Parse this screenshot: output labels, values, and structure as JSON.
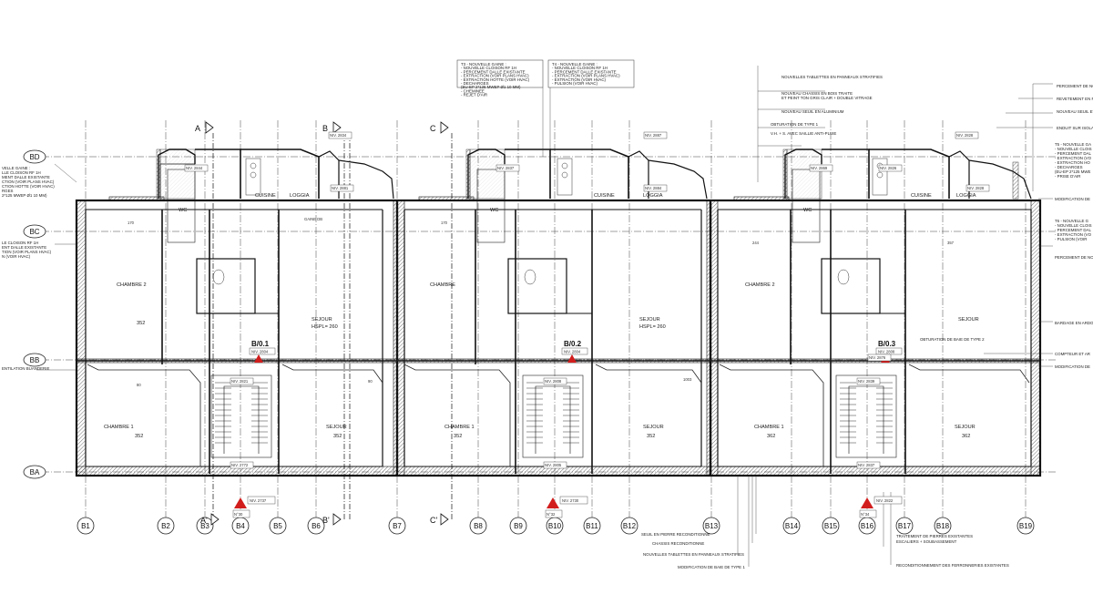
{
  "axes_vertical": [
    "B1",
    "B2",
    "B3",
    "B4",
    "B5",
    "B6",
    "B7",
    "B8",
    "B9",
    "B10",
    "B11",
    "B12",
    "B13",
    "B14",
    "B15",
    "B16",
    "B17",
    "B18",
    "B19"
  ],
  "axes_horizontal": [
    "BD",
    "BC",
    "BB",
    "BA"
  ],
  "sections": {
    "A_top": "A",
    "A_bottom": "A'",
    "B_top": "B",
    "B_bottom": "B'",
    "C_top": "C",
    "C_bottom": "C'"
  },
  "units": [
    {
      "id": "B/0.1",
      "nv": "NIV. 2804"
    },
    {
      "id": "B/0.2",
      "nv": "NIV. 2804"
    },
    {
      "id": "B/0.3",
      "nv": "NIV. 2808"
    }
  ],
  "entrances": [
    "N°30",
    "N°32",
    "N°34"
  ],
  "entrance_levels": [
    "NIV. 2737",
    "NIV. 2730",
    "NIV. 2822"
  ],
  "rooms": {
    "chambre1": "CHAMBRE 1",
    "chambre2": "CHAMBRE 2",
    "chambre": "CHAMBRE",
    "sejour": "SEJOUR",
    "cuisine": "CUISINE",
    "loggia": "LOGGIA",
    "wc": "WC",
    "area_352": "352",
    "area_362": "362",
    "hspl": "HSPL= 260"
  },
  "levels": {
    "nv_2844": "NIV. 2844",
    "nv_2834": "NIV. 2834",
    "nv_2837": "NIV. 2837",
    "nv_2887": "NIV. 2887",
    "nv_2881": "NIV. 2881",
    "nv_2883": "NIV. 2883",
    "nv_2884": "NIV. 2884",
    "nv_2869": "NIV. 2869",
    "nv_2826": "NIV. 2826",
    "nv_2828": "NIV. 2828",
    "nv_2821": "NIV. 2821",
    "nv_2808": "NIV. 2808",
    "nv_2772": "NIV. 2772",
    "nv_2805": "NIV. 2805",
    "nv_2839": "NIV. 2839",
    "nv_2837b": "NIV. 2837",
    "nv_2876": "NIV. 2876"
  },
  "notes_top": {
    "t3": [
      "T3 - NOUVELLE GAINE :",
      "- NOUVELLE CLOISON RF 1H",
      "- PERCEMENT DALLE EXISTANTE",
      "- EXTRACTION (VOIR PLANS HVAC)",
      "- EXTRACTION HOTTE (VOIR HVAC)",
      "- DECHARGES",
      "(EU-EP 2*125 MWEP Ø1 10 MM)",
      "- CHEMINEE",
      "- REJET D'AIR"
    ],
    "t4": [
      "T4 - NOUVELLE GAINE :",
      "- NOUVELLE CLOISON RF 1H",
      "- PERCEMENT DALLE EXISTANTE",
      "- EXTRACTION (VOIR PLANS HVAC)",
      "- EXTRACTION (VOIR HVAC)",
      "- PULSION (VOIR HVAC)"
    ]
  },
  "notes_right": {
    "n1": "PERCEMENT DE NO",
    "n2": "REVETEMENT EN PIE",
    "n3": "NOUVEAU SEUIL ET",
    "n4": "ENDUIT SUR ISOLA",
    "n5": "NOUVELLES TABLETTES EN PANNEAUX STRATIFIES",
    "n6": "NOUVEAU CHASSIS EN BOIS TRAITE",
    "n6b": "ET PEINT TON GRIS CLAIR + DOUBLE VITRAGE",
    "n7": "NOUVEAU SEUIL EN ALUMINIUM",
    "n8": "OBTURATION DE TYPE 1",
    "n9": "V.H. + S. AVEC SAILLIE ANTI-PLUIE",
    "n10": "T5 - NOUVELLE GA",
    "n10b": "- NOUVELLE CLOIS",
    "n10c": "- PERCEMENT DAL",
    "n10d": "- EXTRACTION (VO",
    "n10e": "- EXTRACTION HO",
    "n10f": "- DECHARGES",
    "n10g": "(EU-EP 2*125 MWE",
    "n10h": "- PRISE D'AIR",
    "n11": "MODIFICATION DE",
    "n12": "T6 - NOUVELLE G",
    "n12b": "- NOUVELLE CLOIS",
    "n12c": "- PERCEMENT DAL",
    "n12d": "- EXTRACTION (VO",
    "n12e": "- PULSION (VOIR",
    "n13": "PERCEMENT DE NO",
    "n14": "BARDAGE EN ARDO",
    "n15": "OBTURATION DE BAIE DE TYPE 2",
    "n16": "COMPTEUR ET AR",
    "n17": "MODIFICATION DE"
  },
  "notes_left": {
    "l1": "VELLE GAINE :",
    "l2": "LLE CLOISON RF 1H",
    "l3": "MENT DALLE EXISTANTE",
    "l4": "CTION (VOIR PLANS HVAC)",
    "l5": "CTION HOTTE (VOIR HVAC)",
    "l6": "RGES",
    "l7": "2*125 MWEP Ø1 10 MM)",
    "l8": "LE CLOISON RF 1H",
    "l9": "ENT DALLE EXISTANTE",
    "l10": "TION (VOIR PLANS HVAC)",
    "l11": "N (VOIR HVAC)",
    "l12": "ENTILATION BUANDERIE"
  },
  "notes_bottom": {
    "b1": "SEUIL EN PIERRE RECONDITIONNE",
    "b2": "CHASSIS RECONDITIONNE",
    "b3": "NOUVELLES TABLETTES EN PANNEAUX STRATIFIES",
    "b4": "MODIFICATION DE BAIE DE TYPE 1",
    "b5": "TRAITEMENT DE PIERRES EXISTANTES",
    "b5b": "ESCALIERS + SOUBASSEMENT",
    "b6": "RECONDITIONNEMENT DES FERRONNERIES EXISTANTES"
  },
  "misc": {
    "gaine_db": "GAINE DB",
    "dims_170": "170",
    "dims_244": "244",
    "dims_357": "357",
    "dims_100": "1003",
    "dims_80": "80",
    "dims_90": "90"
  }
}
